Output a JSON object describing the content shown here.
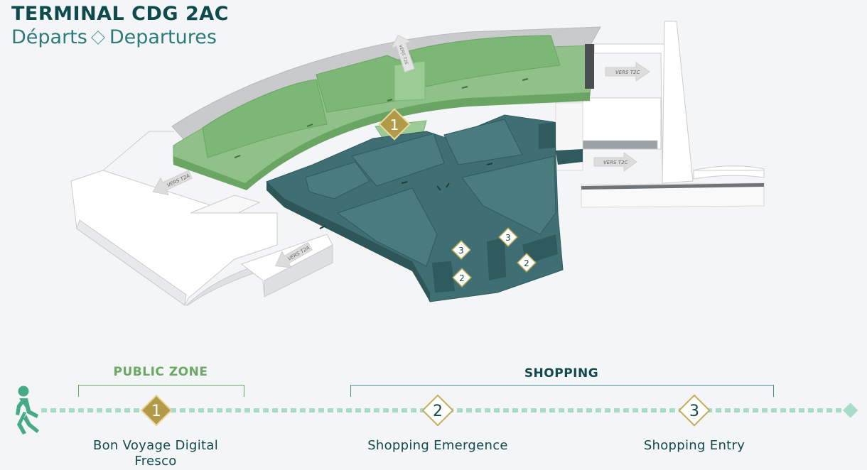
{
  "header": {
    "title": "TERMINAL CDG 2AC",
    "subtitle_fr": "Départs",
    "subtitle_en": "Departures"
  },
  "map": {
    "arrows": [
      {
        "id": "t2c-upper",
        "label": "VERS T2C"
      },
      {
        "id": "t2c-lower",
        "label": "VERS T2C"
      },
      {
        "id": "t2a-left",
        "label": "VERS T2A"
      },
      {
        "id": "t2a-bottom",
        "label": "VERS T2A"
      },
      {
        "id": "t2e-top",
        "label": "VERS T2E"
      }
    ],
    "markers": [
      {
        "id": "m1",
        "number": "1",
        "type": "public"
      },
      {
        "id": "m3a",
        "number": "3",
        "type": "shopping"
      },
      {
        "id": "m3b",
        "number": "3",
        "type": "shopping"
      },
      {
        "id": "m2a",
        "number": "2",
        "type": "shopping"
      },
      {
        "id": "m2b",
        "number": "2",
        "type": "shopping"
      }
    ],
    "colors": {
      "public_zone": "#8fc188",
      "shopping_zone": "#3f6f73",
      "marker_public": "#b39a48",
      "marker_shopping_border": "#c4ad5b"
    }
  },
  "timeline": {
    "zones": [
      {
        "id": "public",
        "label": "PUBLIC ZONE"
      },
      {
        "id": "shopping",
        "label": "SHOPPING"
      }
    ],
    "steps": [
      {
        "number": "1",
        "label": "Bon Voyage Digital Fresco"
      },
      {
        "number": "2",
        "label": "Shopping Emergence"
      },
      {
        "number": "3",
        "label": "Shopping Entry"
      }
    ],
    "walker_icon": "walking-person-icon"
  }
}
